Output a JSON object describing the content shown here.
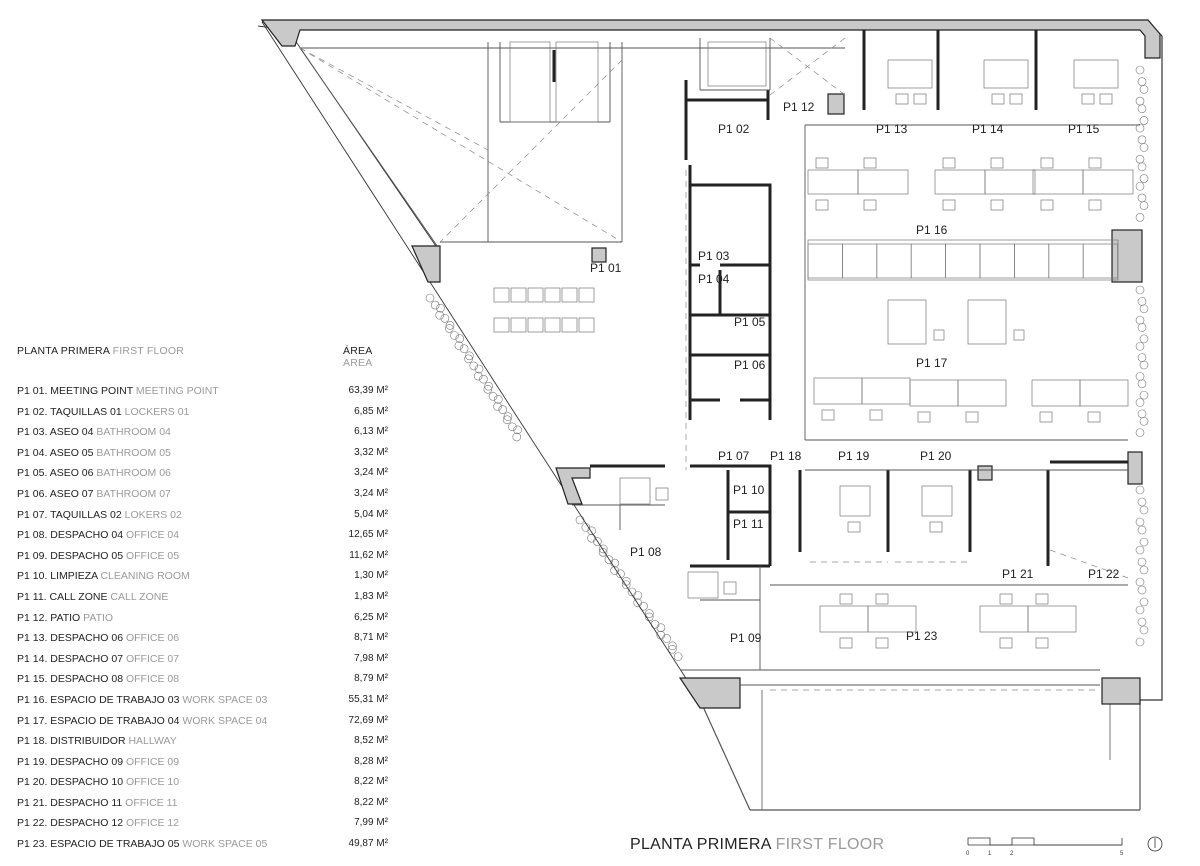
{
  "legend": {
    "heading": "PLANTA PRIMERA",
    "heading_en": "FIRST FLOOR",
    "area_heading": "ÁREA",
    "area_heading_en": "AREA",
    "rows": [
      {
        "code": "P1 01.",
        "name": "MEETING POINT",
        "name_en": "MEETING POINT",
        "area": "63,39 M²"
      },
      {
        "code": "P1 02.",
        "name": "TAQUILLAS 01",
        "name_en": "LOCKERS 01",
        "area": "6,85 M²"
      },
      {
        "code": "P1 03.",
        "name": "ASEO 04",
        "name_en": "BATHROOM 04",
        "area": "6,13 M²"
      },
      {
        "code": "P1 04.",
        "name": "ASEO 05",
        "name_en": "BATHROOM 05",
        "area": "3,32 M²"
      },
      {
        "code": "P1 05.",
        "name": "ASEO 06",
        "name_en": "BATHROOM 06",
        "area": "3,24 M²"
      },
      {
        "code": "P1 06.",
        "name": "ASEO 07",
        "name_en": "BATHROOM 07",
        "area": "3,24 M²"
      },
      {
        "code": "P1 07.",
        "name": "TAQUILLAS 02",
        "name_en": "LOKERS 02",
        "area": "5,04 M²"
      },
      {
        "code": "P1 08.",
        "name": "DESPACHO 04",
        "name_en": "OFFICE 04",
        "area": "12,65 M²"
      },
      {
        "code": "P1 09.",
        "name": "DESPACHO 05",
        "name_en": "OFFICE 05",
        "area": "11,62 M²"
      },
      {
        "code": "P1 10.",
        "name": " LIMPIEZA",
        "name_en": "CLEANING ROOM",
        "area": "1,30 M²"
      },
      {
        "code": "P1 11.",
        "name": "CALL ZONE",
        "name_en": "CALL ZONE",
        "area": "1,83 M²"
      },
      {
        "code": "P1 12.",
        "name": "PATIO",
        "name_en": "PATIO",
        "area": "6,25 M²"
      },
      {
        "code": "P1 13.",
        "name": "DESPACHO 06",
        "name_en": "OFFICE 06",
        "area": "8,71 M²"
      },
      {
        "code": "P1 14.",
        "name": "DESPACHO 07",
        "name_en": "OFFICE 07",
        "area": "7,98 M²"
      },
      {
        "code": "P1 15.",
        "name": "DESPACHO 08",
        "name_en": "OFFICE 08",
        "area": "8,79 M²"
      },
      {
        "code": "P1 16.",
        "name": "ESPACIO DE TRABAJO 03",
        "name_en": "WORK SPACE 03",
        "area": "55,31 M²"
      },
      {
        "code": "P1 17.",
        "name": "ESPACIO DE TRABAJO 04",
        "name_en": "WORK SPACE 04",
        "area": "72,69 M²"
      },
      {
        "code": "P1 18.",
        "name": " DISTRIBUIDOR",
        "name_en": "HALLWAY",
        "area": "8,52 M²"
      },
      {
        "code": "P1 19.",
        "name": "DESPACHO 09",
        "name_en": "OFFICE 09",
        "area": "8,28 M²"
      },
      {
        "code": "P1 20.",
        "name": "DESPACHO 10",
        "name_en": "OFFICE 10",
        "area": "8,22 M²"
      },
      {
        "code": "P1 21.",
        "name": "DESPACHO 11",
        "name_en": "OFFICE 11",
        "area": "8,22 M²"
      },
      {
        "code": "P1 22.",
        "name": "DESPACHO 12 ",
        "name_en": "OFFICE 12",
        "area": "7,99 M²"
      },
      {
        "code": "P1 23.",
        "name": "ESPACIO DE TRABAJO 05",
        "name_en": "WORK SPACE 05",
        "area": "49,87 M²"
      }
    ]
  },
  "plan": {
    "title": "PLANTA PRIMERA",
    "title_en": "FIRST FLOOR",
    "scale_labels": [
      "0",
      "1",
      "2",
      "5"
    ],
    "rooms": [
      {
        "id": "P1 01"
      },
      {
        "id": "P1 02"
      },
      {
        "id": "P1 03"
      },
      {
        "id": "P1 04"
      },
      {
        "id": "P1 05"
      },
      {
        "id": "P1 06"
      },
      {
        "id": "P1 07"
      },
      {
        "id": "P1 08"
      },
      {
        "id": "P1 09"
      },
      {
        "id": "P1 10"
      },
      {
        "id": "P1 11"
      },
      {
        "id": "P1 12"
      },
      {
        "id": "P1 13"
      },
      {
        "id": "P1 14"
      },
      {
        "id": "P1 15"
      },
      {
        "id": "P1 16"
      },
      {
        "id": "P1 17"
      },
      {
        "id": "P1 18"
      },
      {
        "id": "P1 19"
      },
      {
        "id": "P1 20"
      },
      {
        "id": "P1 21"
      },
      {
        "id": "P1 22"
      },
      {
        "id": "P1 23"
      }
    ]
  },
  "colors": {
    "wall_fill": "#c9c9c9",
    "line": "#333333",
    "thin_line": "#9a9a9a",
    "muted_text": "#9a9a9a",
    "vegetation": "#6e6e6e"
  }
}
